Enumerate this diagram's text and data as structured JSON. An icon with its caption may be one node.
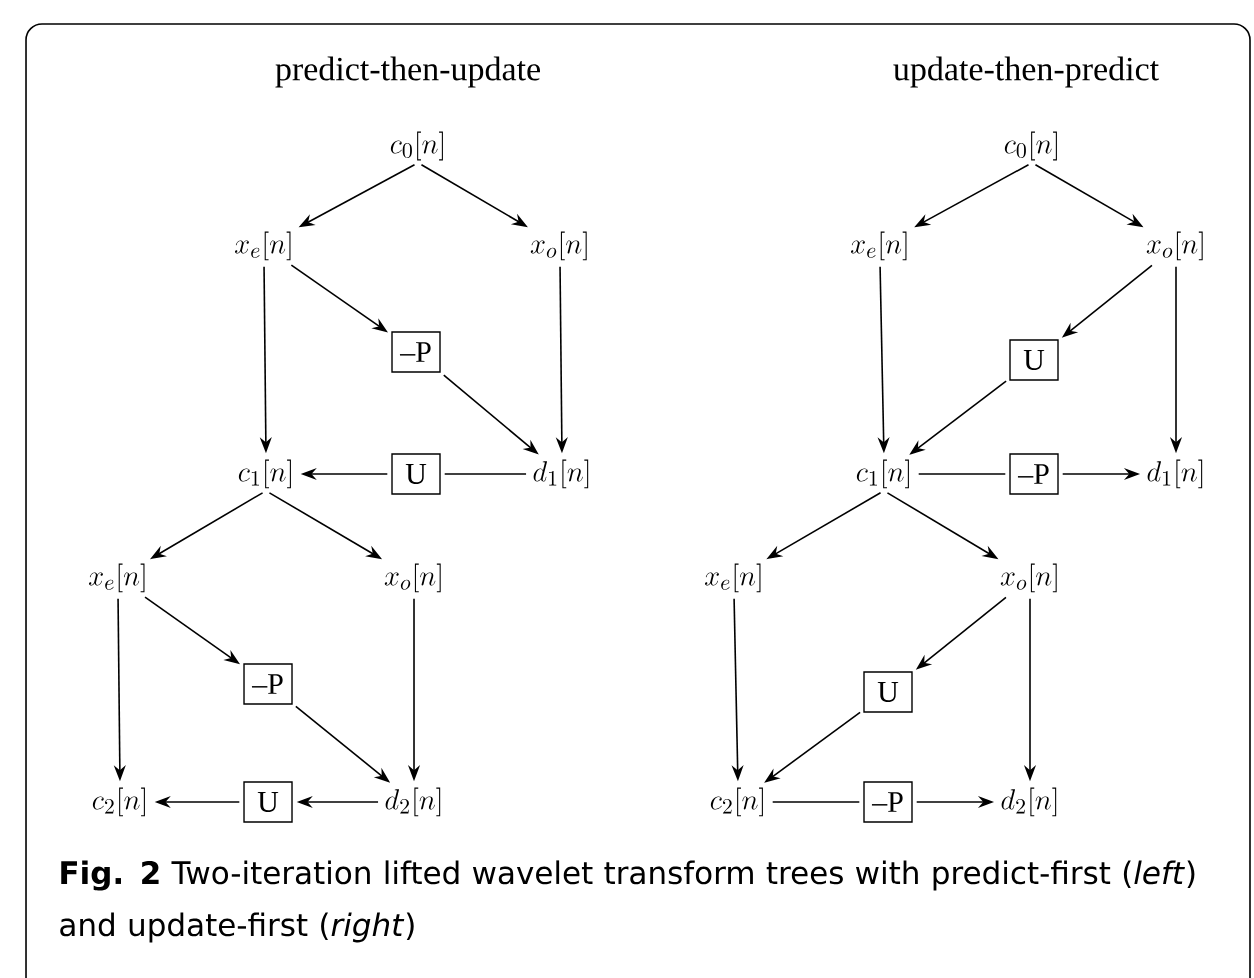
{
  "diagram": {
    "caption": "**Fig. 2** Two-iteration lifted wavelet transform trees with predict-first (*left*) and update-first (*right*)",
    "nodes": [
      {
        "text": [
          "c_0[n]"
        ]
      },
      {
        "text": [
          "x_e[n]"
        ]
      },
      {
        "text": [
          "x_o[n]"
        ]
      },
      {
        "text": [
          "–P"
        ]
      },
      {
        "text": [
          "c_1[n]"
        ]
      },
      {
        "text": [
          "U"
        ]
      },
      {
        "text": [
          "d_1[n]"
        ]
      },
      {
        "text": [
          "x_e[n]"
        ]
      },
      {
        "text": [
          "x_o[n]"
        ]
      },
      {
        "text": [
          "–P"
        ]
      },
      {
        "text": [
          "c_2[n]"
        ]
      },
      {
        "text": [
          "U"
        ]
      },
      {
        "text": [
          "d_2[n]"
        ]
      },
      {
        "text": [
          "c_0[n]"
        ]
      },
      {
        "text": [
          "x_e[n]"
        ]
      },
      {
        "text": [
          "x_o[n]"
        ]
      },
      {
        "text": [
          "U"
        ]
      },
      {
        "text": [
          "c_1[n]"
        ]
      },
      {
        "text": [
          "–P"
        ]
      },
      {
        "text": [
          "d_1[n]"
        ]
      },
      {
        "text": [
          "x_e[n]"
        ]
      },
      {
        "text": [
          "x_o[n]"
        ]
      },
      {
        "text": [
          "U"
        ]
      },
      {
        "text": [
          "c_2[n]"
        ]
      },
      {
        "text": [
          "–P"
        ]
      },
      {
        "text": [
          "d_2[n]"
        ]
      }
    ],
    "edges": [
      {
        "from": 0,
        "to": 1,
        "arrow": "to"
      },
      {
        "from": 0,
        "to": 2,
        "arrow": "to"
      },
      {
        "from": 1,
        "to": 3,
        "arrow": "to"
      },
      {
        "from": 1,
        "to": 4,
        "arrow": "to"
      },
      {
        "from": 2,
        "to": 6,
        "arrow": "to"
      },
      {
        "from": 3,
        "to": 6,
        "arrow": "to"
      },
      {
        "from": 6,
        "to": 5,
        "arrow": "none"
      },
      {
        "from": 5,
        "to": 4,
        "arrow": "to"
      },
      {
        "from": 4,
        "to": 7,
        "arrow": "to"
      },
      {
        "from": 4,
        "to": 8,
        "arrow": "to"
      },
      {
        "from": 7,
        "to": 9,
        "arrow": "to"
      },
      {
        "from": 7,
        "to": 10,
        "arrow": "to"
      },
      {
        "from": 8,
        "to": 12,
        "arrow": "to"
      },
      {
        "from": 9,
        "to": 12,
        "arrow": "to"
      },
      {
        "from": 12,
        "to": 11,
        "arrow": "to"
      },
      {
        "from": 11,
        "to": 10,
        "arrow": "to"
      },
      {
        "from": 13,
        "to": 14,
        "arrow": "to"
      },
      {
        "from": 13,
        "to": 15,
        "arrow": "to"
      },
      {
        "from": 15,
        "to": 16,
        "arrow": "to"
      },
      {
        "from": 14,
        "to": 17,
        "arrow": "to"
      },
      {
        "from": 15,
        "to": 19,
        "arrow": "to"
      },
      {
        "from": 16,
        "to": 17,
        "arrow": "to"
      },
      {
        "from": 17,
        "to": 18,
        "arrow": "none"
      },
      {
        "from": 18,
        "to": 19,
        "arrow": "to"
      },
      {
        "from": 17,
        "to": 20,
        "arrow": "to"
      },
      {
        "from": 17,
        "to": 21,
        "arrow": "to"
      },
      {
        "from": 21,
        "to": 22,
        "arrow": "to"
      },
      {
        "from": 20,
        "to": 23,
        "arrow": "to"
      },
      {
        "from": 21,
        "to": 25,
        "arrow": "to"
      },
      {
        "from": 22,
        "to": 23,
        "arrow": "to"
      },
      {
        "from": 23,
        "to": 24,
        "arrow": "none"
      },
      {
        "from": 24,
        "to": 25,
        "arrow": "to"
      }
    ],
    "labels": [
      "predict-then-update",
      "update-then-predict"
    ]
  }
}
